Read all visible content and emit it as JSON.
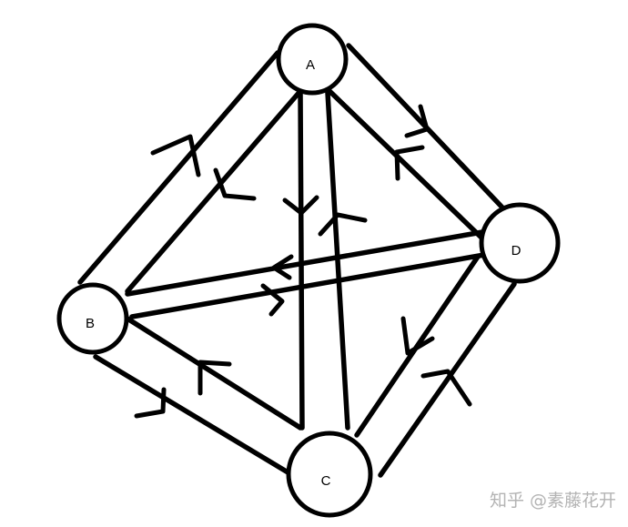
{
  "diagram": {
    "nodes": [
      {
        "id": "A",
        "label": "A"
      },
      {
        "id": "B",
        "label": "B"
      },
      {
        "id": "C",
        "label": "C"
      },
      {
        "id": "D",
        "label": "D"
      }
    ],
    "edges": [
      {
        "from": "B",
        "to": "A"
      },
      {
        "from": "A",
        "to": "B"
      },
      {
        "from": "A",
        "to": "C"
      },
      {
        "from": "C",
        "to": "A"
      },
      {
        "from": "A",
        "to": "D"
      },
      {
        "from": "D",
        "to": "A"
      },
      {
        "from": "D",
        "to": "B"
      },
      {
        "from": "B",
        "to": "D"
      },
      {
        "from": "B",
        "to": "C"
      },
      {
        "from": "C",
        "to": "B"
      },
      {
        "from": "D",
        "to": "C"
      },
      {
        "from": "C",
        "to": "D"
      }
    ]
  },
  "watermark": "知乎 @素藤花开"
}
